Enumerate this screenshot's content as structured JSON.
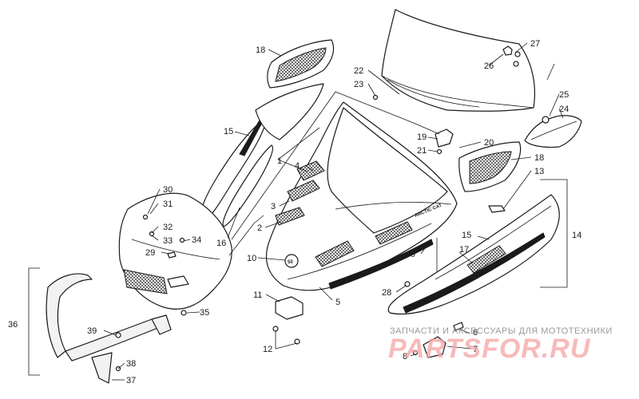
{
  "diagram": {
    "labels": [
      "1",
      "2",
      "3",
      "4",
      "5",
      "6",
      "7",
      "8",
      "9",
      "10",
      "11",
      "12",
      "13",
      "14",
      "15",
      "15",
      "16",
      "17",
      "18",
      "18",
      "19",
      "20",
      "21",
      "22",
      "23",
      "24",
      "25",
      "26",
      "27",
      "28",
      "29",
      "30",
      "31",
      "32",
      "33",
      "34",
      "35",
      "36",
      "37",
      "38",
      "39"
    ],
    "hood_decal": "ARCTIC CAT"
  },
  "watermark": {
    "tagline": "ЗАПЧАСТИ И АКСЕССУАРЫ ДЛЯ МОТОТЕХНИКИ",
    "brand": "PARTSFOR.RU",
    "color": "#f4a3a3"
  }
}
